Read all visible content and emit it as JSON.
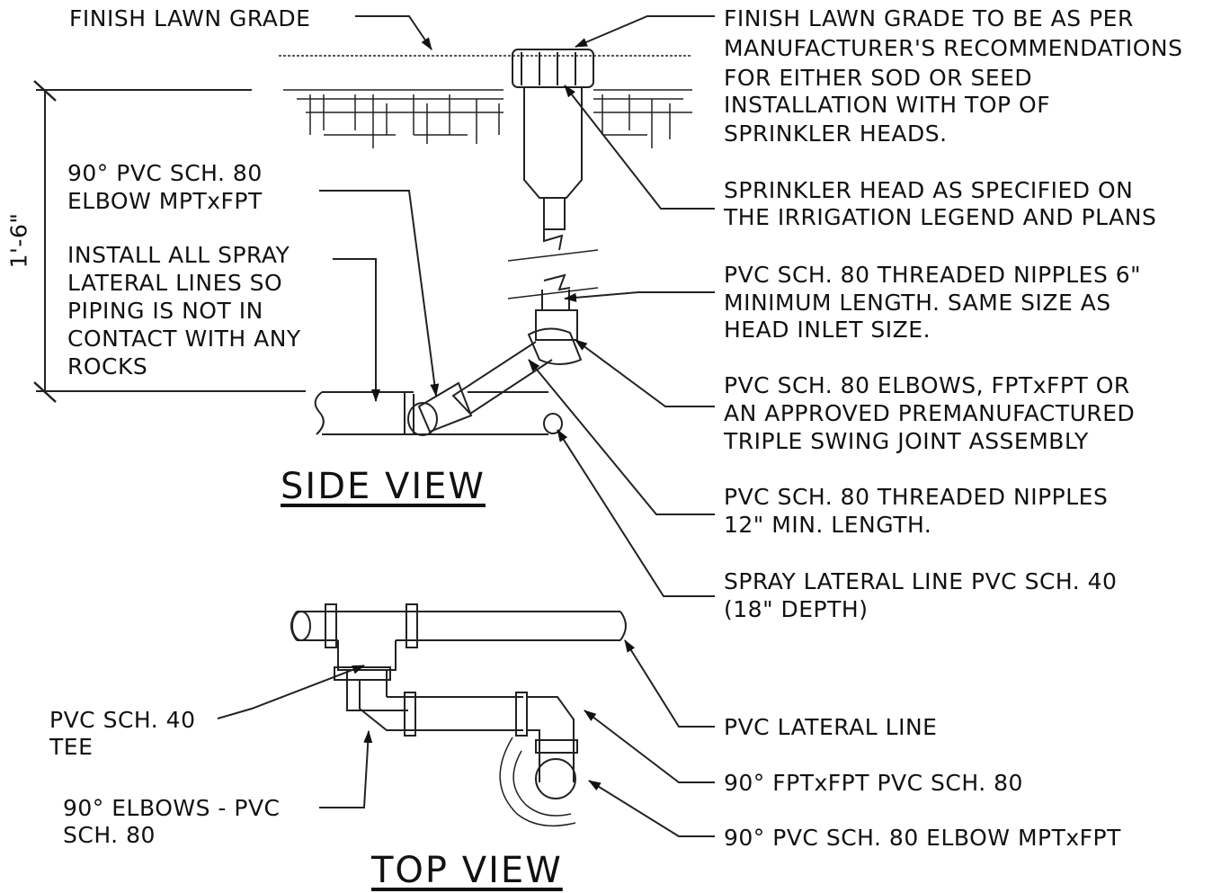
{
  "labels": {
    "finish_lawn_grade": "FINISH LAWN GRADE",
    "finish_grade_note": [
      "FINISH LAWN GRADE TO BE AS PER",
      "MANUFACTURER'S RECOMMENDATIONS",
      "FOR EITHER SOD OR SEED",
      "INSTALLATION WITH TOP OF",
      "SPRINKLER HEADS."
    ],
    "sprinkler_head_note": [
      "SPRINKLER HEAD AS SPECIFIED ON",
      "THE IRRIGATION LEGEND AND PLANS"
    ],
    "elbow_mpt_fpt": [
      "90° PVC SCH. 80",
      "ELBOW MPTxFPT"
    ],
    "install_note": [
      "INSTALL ALL SPRAY",
      "LATERAL LINES SO",
      "PIPING IS NOT IN",
      "CONTACT WITH ANY",
      "ROCKS"
    ],
    "nipples_6": [
      "PVC SCH. 80 THREADED NIPPLES 6\"",
      "MINIMUM LENGTH. SAME SIZE AS",
      "HEAD INLET SIZE."
    ],
    "elbows_fpt": [
      "PVC SCH. 80 ELBOWS, FPTxFPT OR",
      "AN APPROVED PREMANUFACTURED",
      "TRIPLE SWING JOINT ASSEMBLY"
    ],
    "nipples_12": [
      "PVC SCH. 80 THREADED NIPPLES",
      "12\" MIN. LENGTH."
    ],
    "spray_lateral": [
      "SPRAY LATERAL LINE PVC SCH. 40",
      "(18\" DEPTH)"
    ],
    "dimension": "1'-6\"",
    "side_view": "SIDE VIEW",
    "top_view": "TOP VIEW",
    "tee": [
      "PVC SCH. 40",
      "TEE"
    ],
    "elbows_top": [
      "90° ELBOWS - PVC",
      "SCH. 80"
    ],
    "lateral_line": "PVC LATERAL LINE",
    "fpt_fpt": "90° FPTxFPT PVC SCH. 80",
    "elbow_mpt_top": "90° PVC SCH. 80 ELBOW MPTxFPT"
  }
}
